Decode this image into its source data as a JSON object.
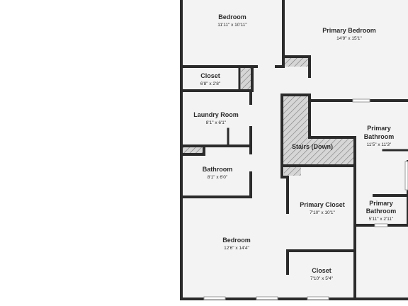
{
  "rooms": [
    {
      "name": "Bedroom",
      "dims": "11'11\" x 10'11\""
    },
    {
      "name": "Primary Bedroom",
      "dims": "14'9\" x 15'1\""
    },
    {
      "name": "Closet",
      "dims": "6'8\" x 2'8\""
    },
    {
      "name": "Laundry Room",
      "dims": "8'1\" x 6'1\""
    },
    {
      "name": "Stairs (Down)",
      "dims": ""
    },
    {
      "name": "Primary",
      "name2": "Bathroom",
      "dims": "11'5\" x 11'3\""
    },
    {
      "name": "Bathroom",
      "dims": "8'1\" x 6'0\""
    },
    {
      "name": "Primary Closet",
      "dims": "7'10\" x 10'1\""
    },
    {
      "name": "Primary",
      "name2": "Bathroom",
      "dims": "5'11\" x 2'11\""
    },
    {
      "name": "Bedroom",
      "dims": "12'6\" x 14'4\""
    },
    {
      "name": "Closet",
      "dims": "7'10\" x 5'4\""
    }
  ]
}
